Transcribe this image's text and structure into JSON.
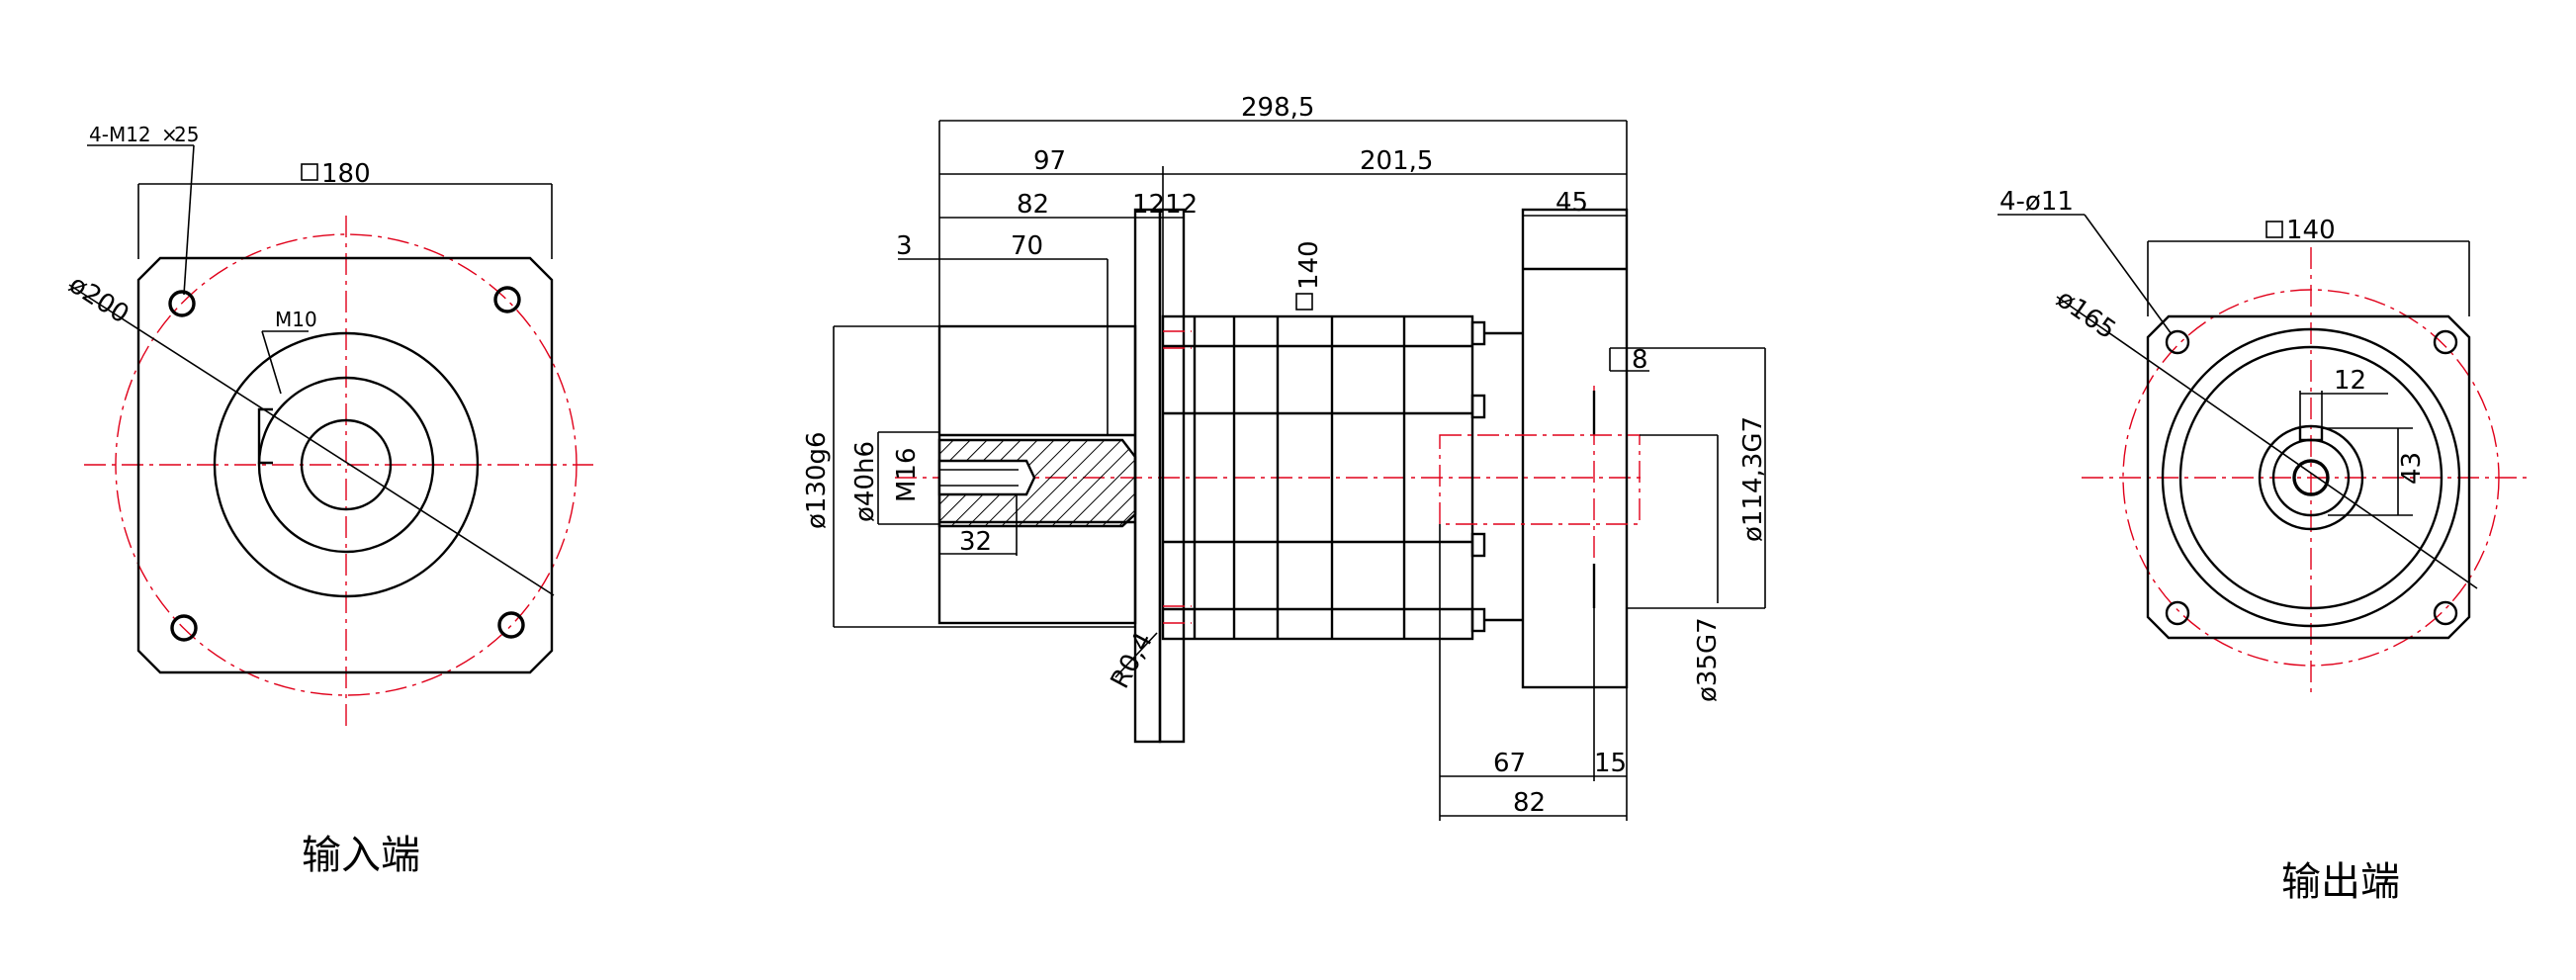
{
  "input_view": {
    "caption": "输入端",
    "bolt_label": "4-M12",
    "bolt_depth": "25",
    "square_label": "180",
    "dia_label": "ø200",
    "tap_label": "M10"
  },
  "side_view": {
    "overall": "298,5",
    "d97": "97",
    "d201": "201,5",
    "d82top": "82",
    "d1212": "1212",
    "d45": "45",
    "d3": "3",
    "d70": "70",
    "sq140": "140",
    "d8": "8",
    "dia130": "ø130g6",
    "dia40": "ø40h6",
    "m16": "M16",
    "d32": "32",
    "r04": "R0,4",
    "dia114": "ø114,3G7",
    "dia35": "ø35G7",
    "d67": "67",
    "d15": "15",
    "d82bottom": "82"
  },
  "output_view": {
    "caption": "输出端",
    "holes_label": "4-ø11",
    "square_label": "140",
    "dia_label": "ø165",
    "key_label": "12",
    "key_height": "43"
  },
  "colors": {
    "line": "#000000",
    "center": "#e0001a",
    "background": "#ffffff"
  }
}
